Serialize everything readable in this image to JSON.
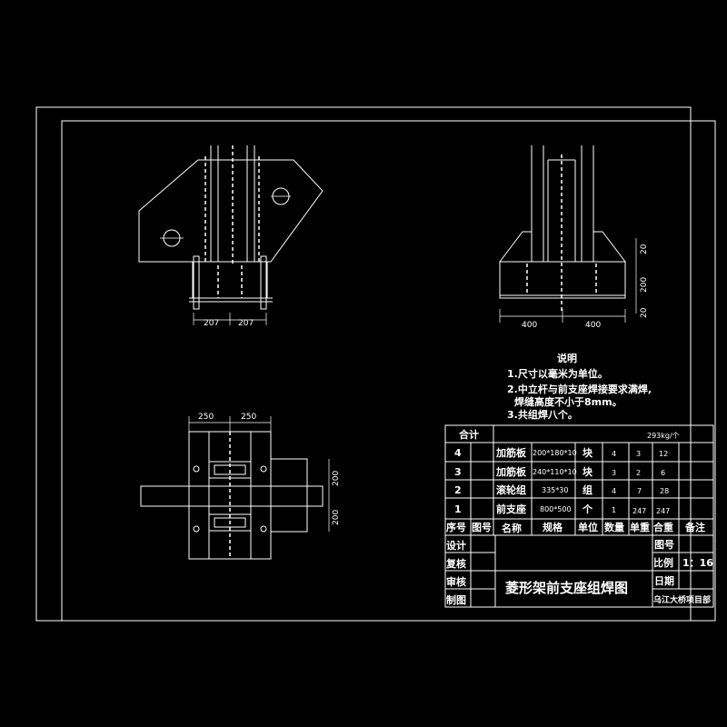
{
  "notes": {
    "title": "说明",
    "lines": [
      "1.尺寸以毫米为单位。",
      "2.中立杆与前支座焊接要求满焊,",
      "焊缝高度不小于8mm。",
      "3.共组焊八个。"
    ]
  },
  "dimensions": {
    "front_left": "207",
    "front_right": "207",
    "side_left": "400",
    "side_right": "400",
    "side_v_top": "20",
    "side_v_mid": "200",
    "side_v_bot": "20",
    "plan_left": "250",
    "plan_right": "250",
    "plan_v_top": "200",
    "plan_v_bot": "200"
  },
  "bom": {
    "total_label": "合计",
    "total_value": "293kg/个",
    "rows": [
      {
        "no": "4",
        "drawing": "",
        "name": "加筋板",
        "spec": "200*180*10",
        "unit": "块",
        "qty": "4",
        "unit_wt": "3",
        "total_wt": "12",
        "remark": ""
      },
      {
        "no": "3",
        "drawing": "",
        "name": "加筋板",
        "spec": "240*110*10",
        "unit": "块",
        "qty": "3",
        "unit_wt": "2",
        "total_wt": "6",
        "remark": ""
      },
      {
        "no": "2",
        "drawing": "",
        "name": "滚轮组",
        "spec": "335*30",
        "unit": "组",
        "qty": "4",
        "unit_wt": "7",
        "total_wt": "28",
        "remark": ""
      },
      {
        "no": "1",
        "drawing": "",
        "name": "前支座",
        "spec": "800*500",
        "unit": "个",
        "qty": "1",
        "unit_wt": "247",
        "total_wt": "247",
        "remark": ""
      }
    ],
    "headers": [
      "序号",
      "图号",
      "名称",
      "规格",
      "单位",
      "数量",
      "单重",
      "合重",
      "备注"
    ]
  },
  "title_block": {
    "design": "设计",
    "check": "复核",
    "review": "审核",
    "draft": "制图",
    "drawing_title": "菱形架前支座组焊图",
    "drawing_no_label": "图号",
    "scale_label": "比例",
    "scale_value": "1：16",
    "date_label": "日期",
    "organization": "乌江大桥项目部"
  }
}
